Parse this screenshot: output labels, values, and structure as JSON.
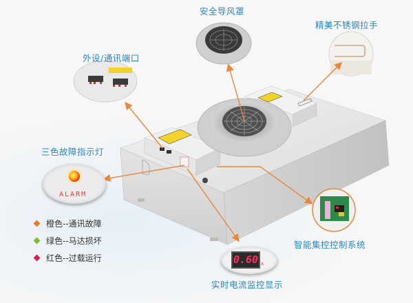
{
  "callouts": {
    "fan_guard": {
      "label": "安全导风罩"
    },
    "handle": {
      "label": "精美不锈钢拉手"
    },
    "ports": {
      "label": "外设/通讯端口"
    },
    "indicator": {
      "label": "三色故障指示灯",
      "alarm_text": "ALARM"
    },
    "control_system": {
      "label": "智能集控控制系统"
    },
    "current_display": {
      "label": "实时电流监控显示",
      "reading": "0.60",
      "unit": "A"
    }
  },
  "legend": {
    "items": [
      {
        "color": "#f07a1e",
        "text": "橙色--通讯故障"
      },
      {
        "color": "#7ac02a",
        "text": "绿色--马达损坏"
      },
      {
        "color": "#d8204a",
        "text": "红色--过载运行"
      }
    ]
  },
  "colors": {
    "label_blue": "#2b86c5",
    "arrow_orange": "#e8883a"
  }
}
